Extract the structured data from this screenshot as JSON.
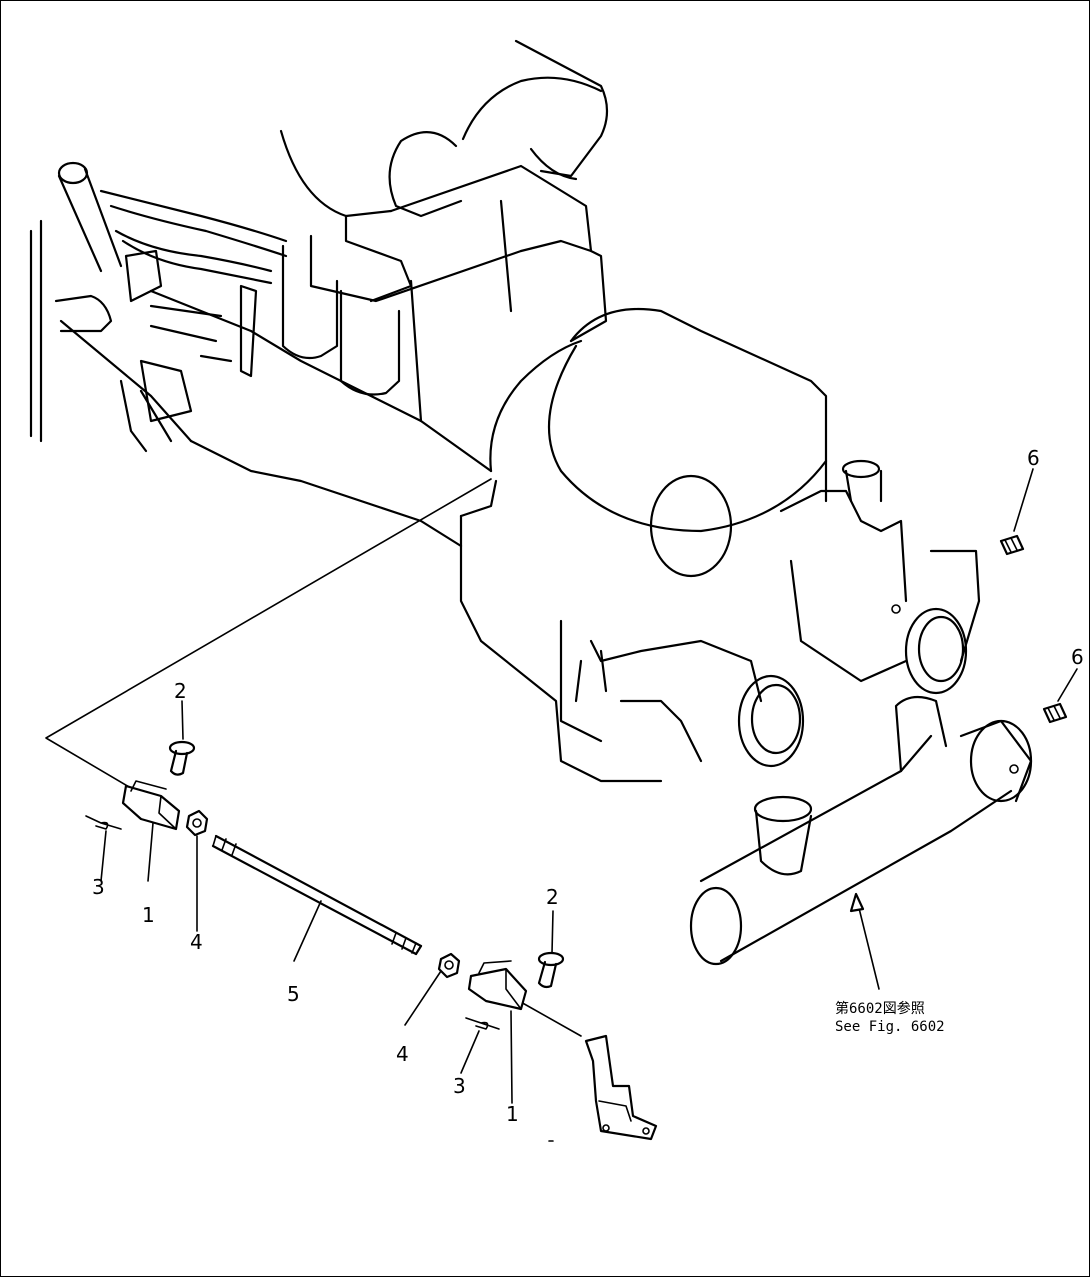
{
  "callouts": {
    "1": "1",
    "2": "2",
    "3": "3",
    "4": "4",
    "5": "5",
    "6": "6"
  },
  "reference": {
    "jp": "第6602図参照",
    "en": "See Fig. 6602"
  },
  "colors": {
    "ink": "#000000",
    "paper": "#ffffff"
  }
}
